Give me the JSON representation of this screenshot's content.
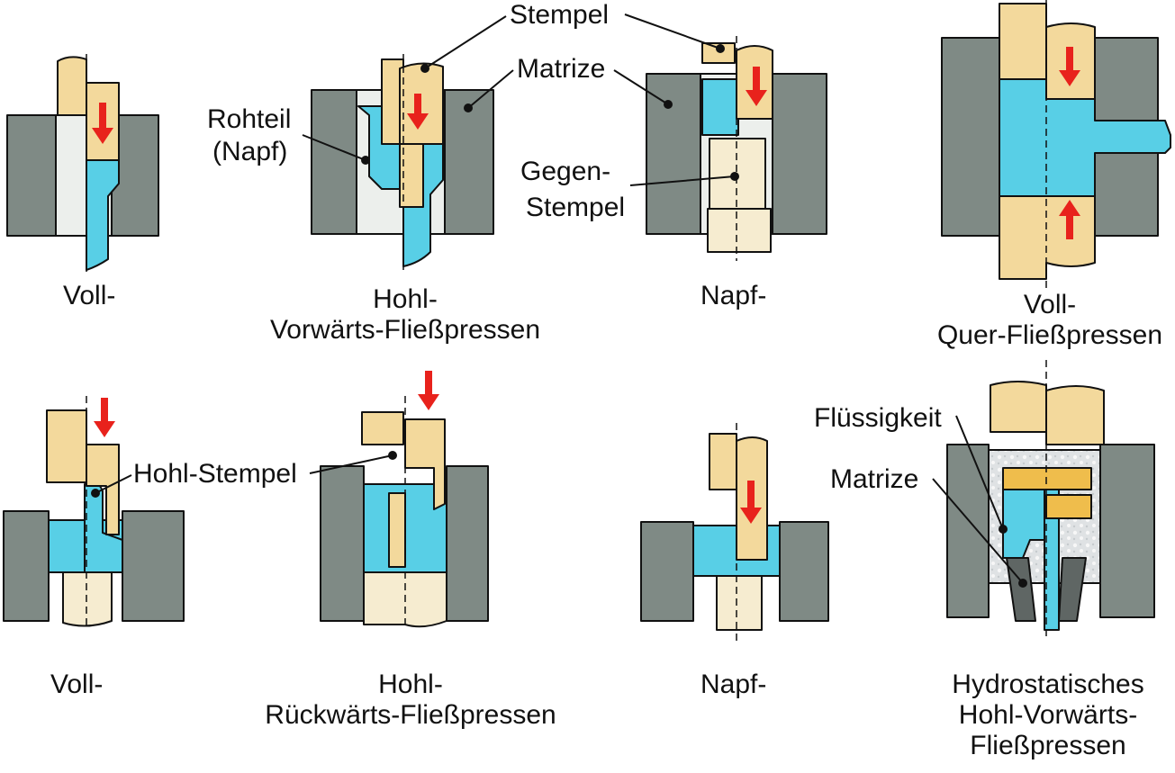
{
  "labels": {
    "stempel": "Stempel",
    "matrize_top": "Matrize",
    "rohteil_1": "Rohteil",
    "rohteil_2": "(Napf)",
    "gegen_1": "Gegen-",
    "gegen_2": "Stempel",
    "hohl_stempel": "Hohl-Stempel",
    "fluessigkeit": "Flüssigkeit",
    "matrize_bottom": "Matrize"
  },
  "captions": {
    "vf_voll": "Voll-",
    "vf_hohl_1": "Hohl-",
    "vf_hohl_2": "Vorwärts-Fließpressen",
    "vf_napf": "Napf-",
    "quer_1": "Voll-",
    "quer_2": "Quer-Fließpressen",
    "rf_voll": "Voll-",
    "rf_hohl_1": "Hohl-",
    "rf_hohl_2": "Rückwärts-Fließpressen",
    "rf_napf": "Napf-",
    "hydro_1": "Hydrostatisches",
    "hydro_2": "Hohl-Vorwärts-",
    "hydro_3": "Fließpressen"
  },
  "colors": {
    "die": "#7f8a85",
    "punch": "#f3d99c",
    "workpiece": "#58cfe6",
    "counter_punch": "#f6ecd0",
    "arrow": "#e8221c",
    "liquid": "#d9dde0",
    "dark_die": "#5f6664",
    "gold": "#efbd4c"
  }
}
